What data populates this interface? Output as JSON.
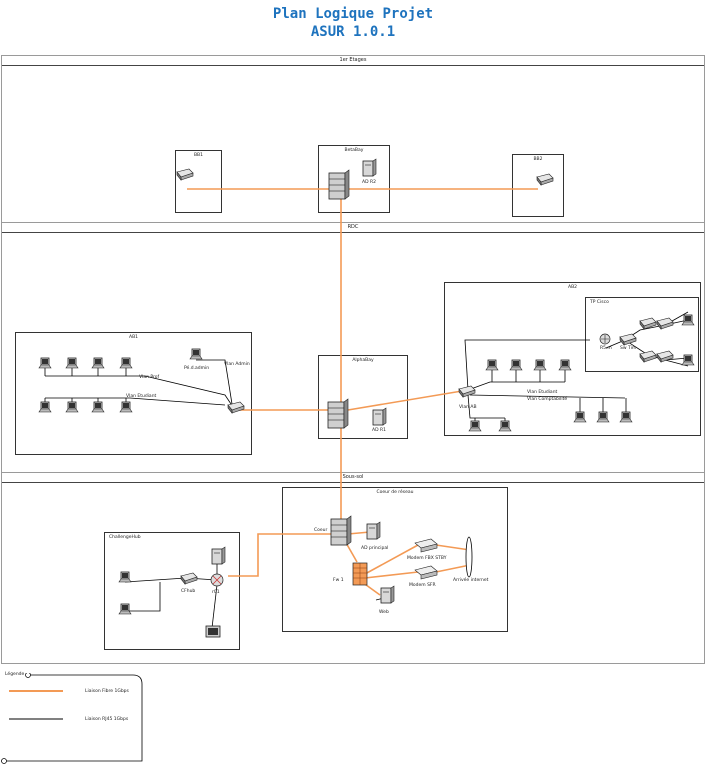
{
  "title": {
    "line1": "Plan Logique Projet",
    "line2": "ASUR 1.0.1"
  },
  "floors": {
    "first": "1er Etages",
    "ground": "RDC",
    "basement": "Sous-sol"
  },
  "rooms": {
    "bb1": "BB1",
    "betabay": "BetaBay",
    "bb2": "BB2",
    "ab1": "AB1",
    "alphabay": "AlphaBay",
    "ab2": "AB2",
    "tp_cisco": "TP Cisco",
    "coeur": "Coeur de réseau",
    "challenge": "ChallengeHub"
  },
  "labels": {
    "ad2": "AD R2",
    "ad1": "AD R1",
    "pedadmin": "Pé.d.admin",
    "vlan_admin": "Vlan Admin",
    "vlan_prof": "Vlan Prof",
    "vlan_etudiant": "Vlan Etudiant",
    "vlan_etu2": "Vlan Etudiant",
    "vlan_compta": "Vlan Comptabilité",
    "vlan_ab": "Vlan AB",
    "r5m": "R5.m",
    "sw": "Sw Tim",
    "coeur_sw": "Coeur",
    "ad_principal": "AD principal",
    "fw": "Fw 1",
    "web": "Web",
    "modem1": "Modem FBX STBY",
    "modem2": "Modem SFR",
    "internet": "Arrivée internet",
    "cfhub": "CFhub",
    "r01": "r01"
  },
  "legend": {
    "title": "Légende",
    "fiber_label": "Liaison Fibre 1Gbps",
    "rj45_label": "Liaison RJ45 1Gbps",
    "fiber_color": "#f39a55",
    "rj45_color": "#000000"
  }
}
